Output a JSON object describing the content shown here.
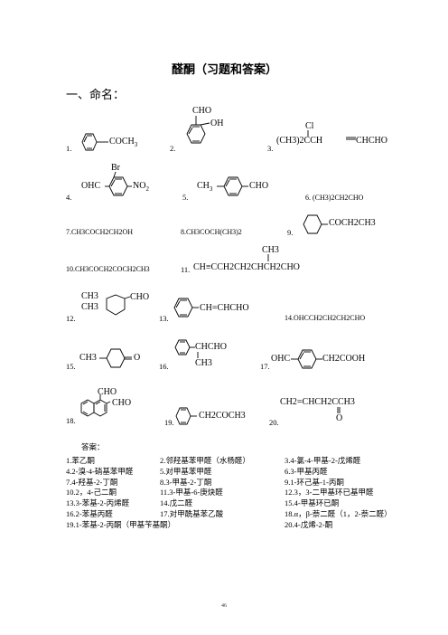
{
  "title": "醛酮（习题和答案）",
  "section": "一、命名：",
  "numbers": [
    "1.",
    "2.",
    "3.",
    "4.",
    "5.",
    "6.",
    "7.",
    "8.",
    "9.",
    "10.",
    "11.",
    "12.",
    "13.",
    "14.",
    "15.",
    "16.",
    "17.",
    "18.",
    "19.",
    "20."
  ],
  "structures": {
    "s1_coch3": "COCH",
    "sub3": "3",
    "s2_cho": "CHO",
    "s2_oh": "OH",
    "s3_cl": "Cl",
    "s3_formula": "(CH3)2CCH",
    "s3_chcho": "CHCHO",
    "s4_br": "Br",
    "s4_ohc": "OHC",
    "s4_no2": "NO",
    "sub2": "2",
    "s5_ch3": "CH",
    "s5_cho": "CHO",
    "s6_formula": "(CH3)2CH2CHO",
    "s7_formula": "7.CH3COCH2CH2OH",
    "s8_formula": "8.CH3COCH(CH3)2",
    "s9_coch2ch3": "COCH2CH3",
    "s10_formula": "10.CH3COCH2COCH2CH3",
    "s11_ch3": "CH3",
    "s11_formula": "CH≡CCH2CH2CHCH2CHO",
    "s12_ch3a": "CH3",
    "s12_ch3b": "CH3",
    "s12_cho": "CHO",
    "s13_chchcho": "CH=CHCHO",
    "s14_formula": "14.OHCCH2CH2CH2CHO",
    "s15_ch3": "CH3",
    "s15_o": "O",
    "s16_chcho": "CHCHO",
    "s16_ch3": "CH3",
    "s17_ohc": "OHC",
    "s17_ch2cooh": "CH2COOH",
    "s18_cho1": "CHO",
    "s18_cho2": "CHO",
    "s19_ch2coch3": "CH2COCH3",
    "s20_formula": "CH2=CHCH2CCH3",
    "s20_o": "O"
  },
  "answers_heading": "答案：",
  "answers": [
    [
      "1.苯乙酮",
      "2.邻羟基苯甲醛（水杨醛）",
      "3.4-氯-4-甲基-2-戊烯醛"
    ],
    [
      "4.2-溴-4-硝基苯甲醛",
      "5.对甲基苯甲醛",
      "6.3-甲基丙醛"
    ],
    [
      "7.4-羟基-2-丁酮",
      "8.3-甲基-2-丁酮",
      "9.1-环己基-1-丙酮"
    ],
    [
      "10.2，4-己二酮",
      "11.3-甲基-6-庚炔醛",
      "12.3，3-二甲基环已基甲醛"
    ],
    [
      "13.3-苯基-2-丙烯醛",
      "14.戊二醛",
      "15.4-甲基环已酮"
    ],
    [
      "16.2-苯基丙醛",
      "17.对甲酰基苯乙酸",
      "18.α，β-萘二醛（1，2-萘二醛）"
    ],
    [
      "19.1-苯基-2-丙酮（甲基苄基酮）",
      "",
      "20.4-戊烯-2-酮"
    ]
  ],
  "page_number": "46"
}
